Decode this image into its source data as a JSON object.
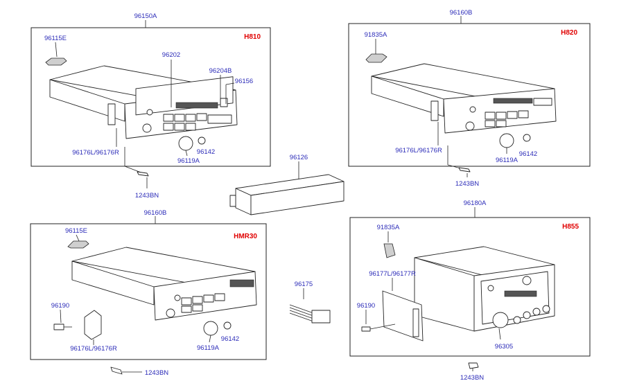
{
  "diagram": {
    "variants": {
      "h810": "H810",
      "h820": "H820",
      "hmr30": "HMR30",
      "h855": "H855"
    },
    "labels": {
      "p96150A": "96150A",
      "p96115E_a": "96115E",
      "p96202": "96202",
      "p96204B": "96204B",
      "p96156": "96156",
      "p96176_a": "96176L/96176R",
      "p96142_a": "96142",
      "p96119A_a": "96119A",
      "p1243BN_a": "1243BN",
      "p96160B_a": "96160B",
      "p91835A_a": "91835A",
      "p96176_b": "96176L/96176R",
      "p96142_b": "96142",
      "p96119A_b": "96119A",
      "p1243BN_b": "1243BN",
      "p96126": "96126",
      "p96160B_b": "96160B",
      "p96115E_b": "96115E",
      "p96190_a": "96190",
      "p96176_c": "96176L/96176R",
      "p96119A_c": "96119A",
      "p96142_c": "96142",
      "p1243BN_c": "1243BN",
      "p96175": "96175",
      "p96180A": "96180A",
      "p91835A_b": "91835A",
      "p96177": "96177L/96177R",
      "p96190_b": "96190",
      "p96305": "96305",
      "p1243BN_d": "1243BN"
    }
  }
}
